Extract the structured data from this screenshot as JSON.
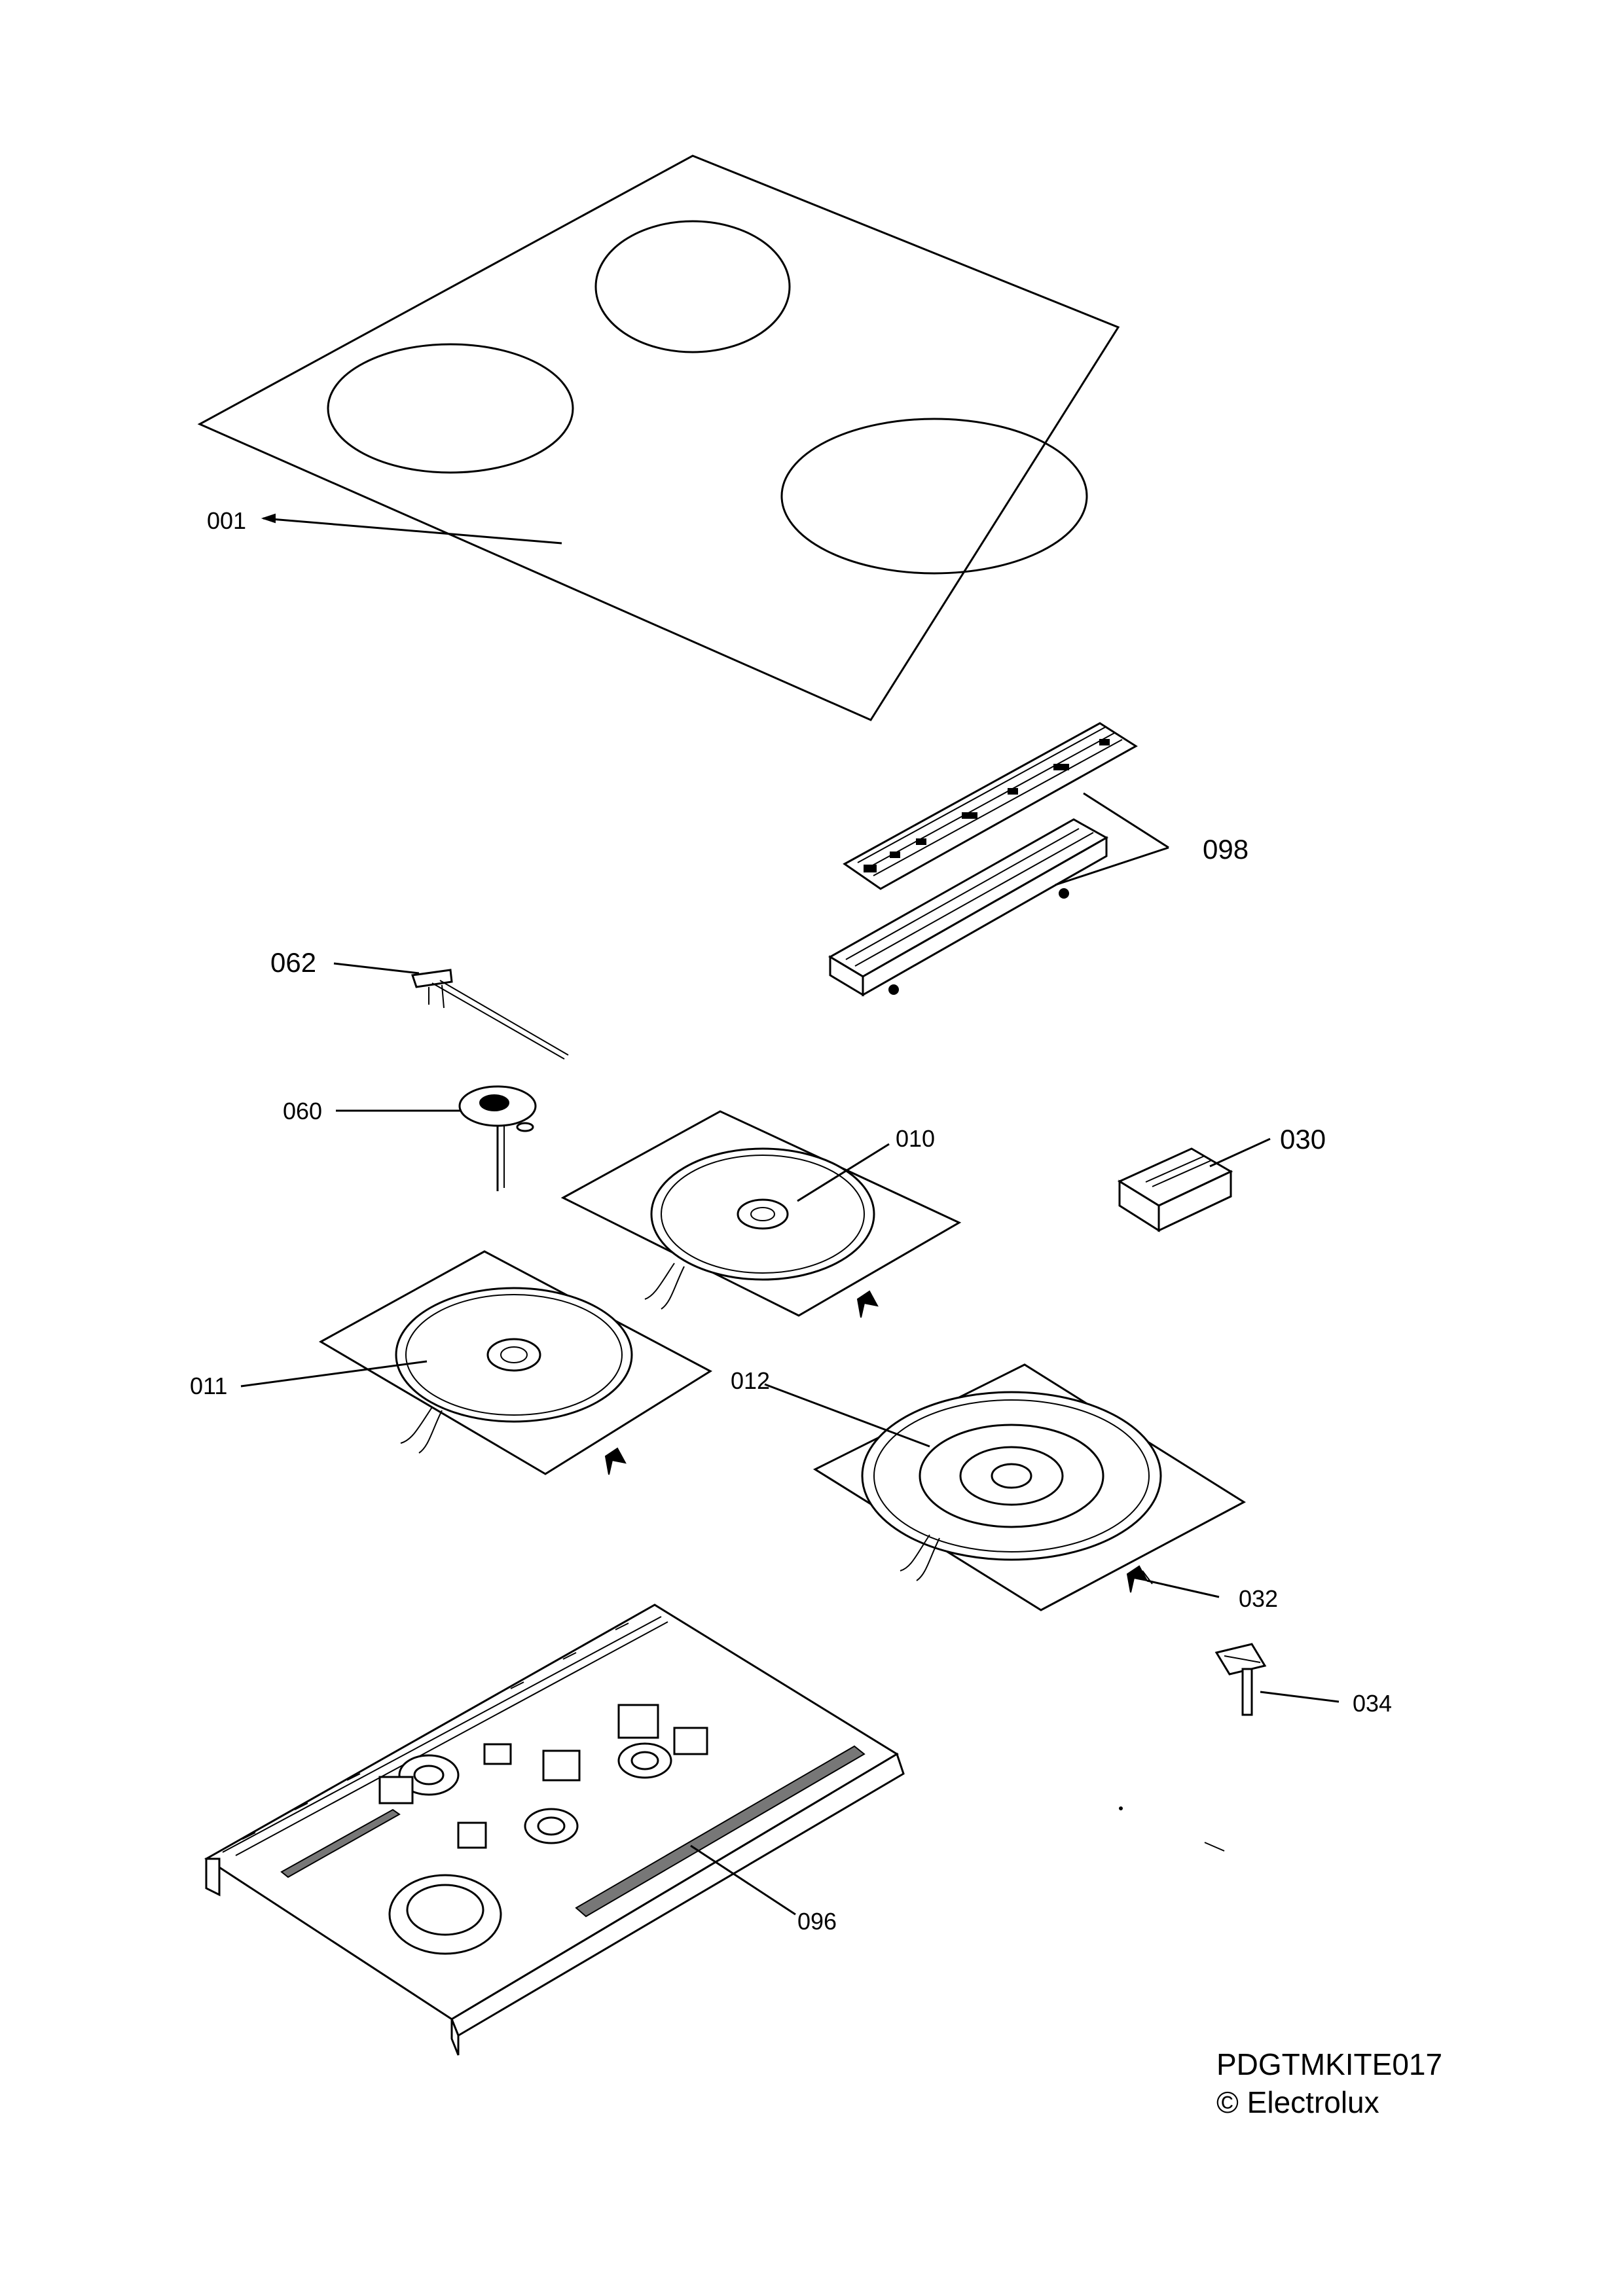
{
  "callouts": {
    "p001": "001",
    "p098": "098",
    "p062": "062",
    "p060": "060",
    "p010": "010",
    "p030": "030",
    "p011": "011",
    "p012": "012",
    "p032": "032",
    "p034": "034",
    "p096": "096"
  },
  "footer": {
    "drawing_code": "PDGTMKITE017",
    "copyright": "© Electrolux"
  }
}
